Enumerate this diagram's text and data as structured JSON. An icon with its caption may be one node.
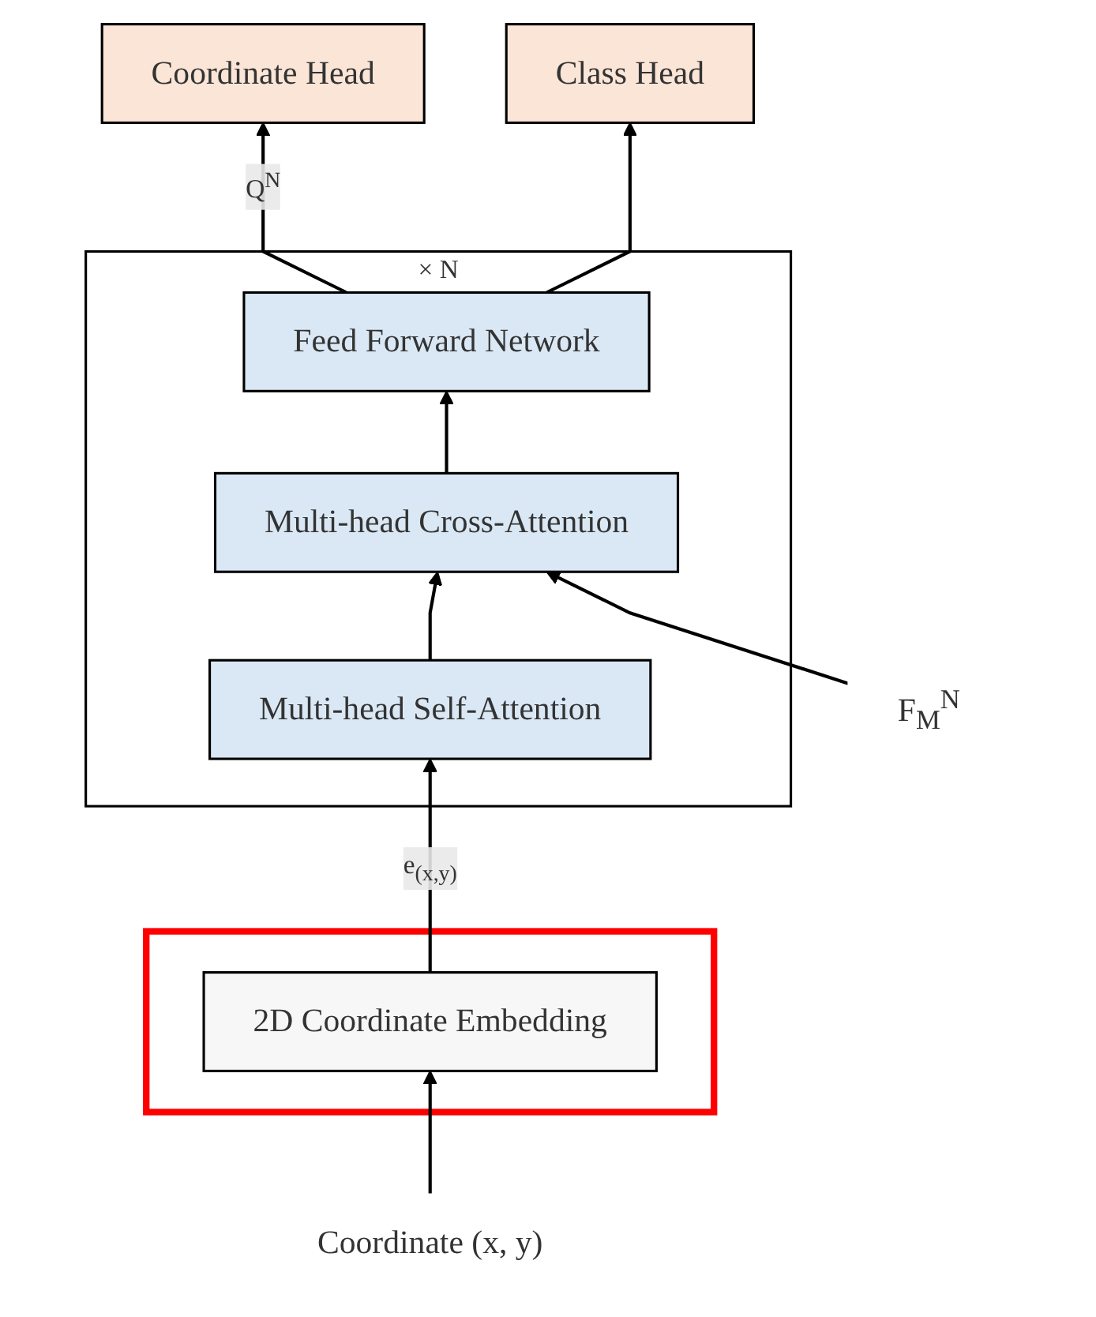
{
  "diagram": {
    "nodes": [
      {
        "text": [
          "Coordinate Head"
        ]
      },
      {
        "text": [
          "Class Head"
        ]
      },
      {
        "text": [],
        "shape": "box",
        "beside": [
          "× N"
        ]
      },
      {
        "text": [
          "Feed Forward Network"
        ],
        "in": 2
      },
      {
        "text": [
          "Multi-head Cross-Attention"
        ],
        "in": 2
      },
      {
        "text": [
          "Multi-head Self-Attention"
        ],
        "in": 2
      },
      {
        "text": [],
        "shape": "box"
      },
      {
        "text": [
          "2D Coordinate Embedding"
        ],
        "in": 6
      },
      {
        "text": [
          "Coordinate (x, y)"
        ]
      },
      {
        "text": [
          "F$_{M}$$^{N}$"
        ]
      }
    ],
    "edges": [
      {
        "from": 8,
        "to": 7,
        "arrow": "to"
      },
      {
        "from": 7,
        "to": 5,
        "arrow": "to",
        "label": "e$_{(x,y)}$"
      },
      {
        "from": 5,
        "to": 4,
        "arrow": "to"
      },
      {
        "from": 9,
        "to": 4,
        "arrow": "to"
      },
      {
        "from": 4,
        "to": 3,
        "arrow": "to"
      },
      {
        "from": 3,
        "to": 0,
        "arrow": "to",
        "label": "Q$^{N}$"
      },
      {
        "from": 3,
        "to": 1,
        "arrow": "to"
      }
    ]
  }
}
